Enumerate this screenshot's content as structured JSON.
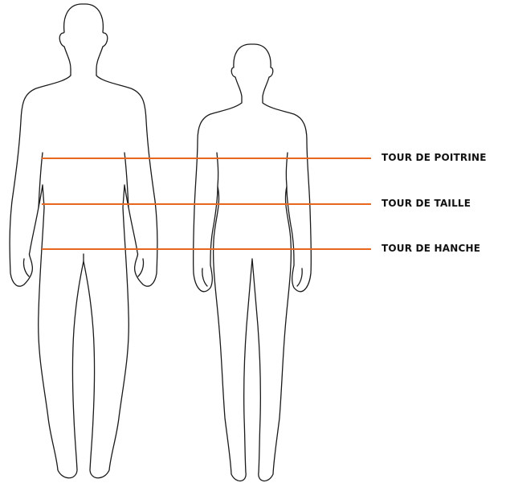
{
  "colors": {
    "measure_line": "#e8671e",
    "outline": "#1a1a1a",
    "label_text": "#111111",
    "background": "#ffffff"
  },
  "figures": [
    {
      "name": "male-silhouette"
    },
    {
      "name": "female-silhouette"
    }
  ],
  "measurements": [
    {
      "id": "chest",
      "label": "TOUR DE POITRINE"
    },
    {
      "id": "waist",
      "label": "TOUR DE TAILLE"
    },
    {
      "id": "hip",
      "label": "TOUR DE HANCHE"
    }
  ]
}
